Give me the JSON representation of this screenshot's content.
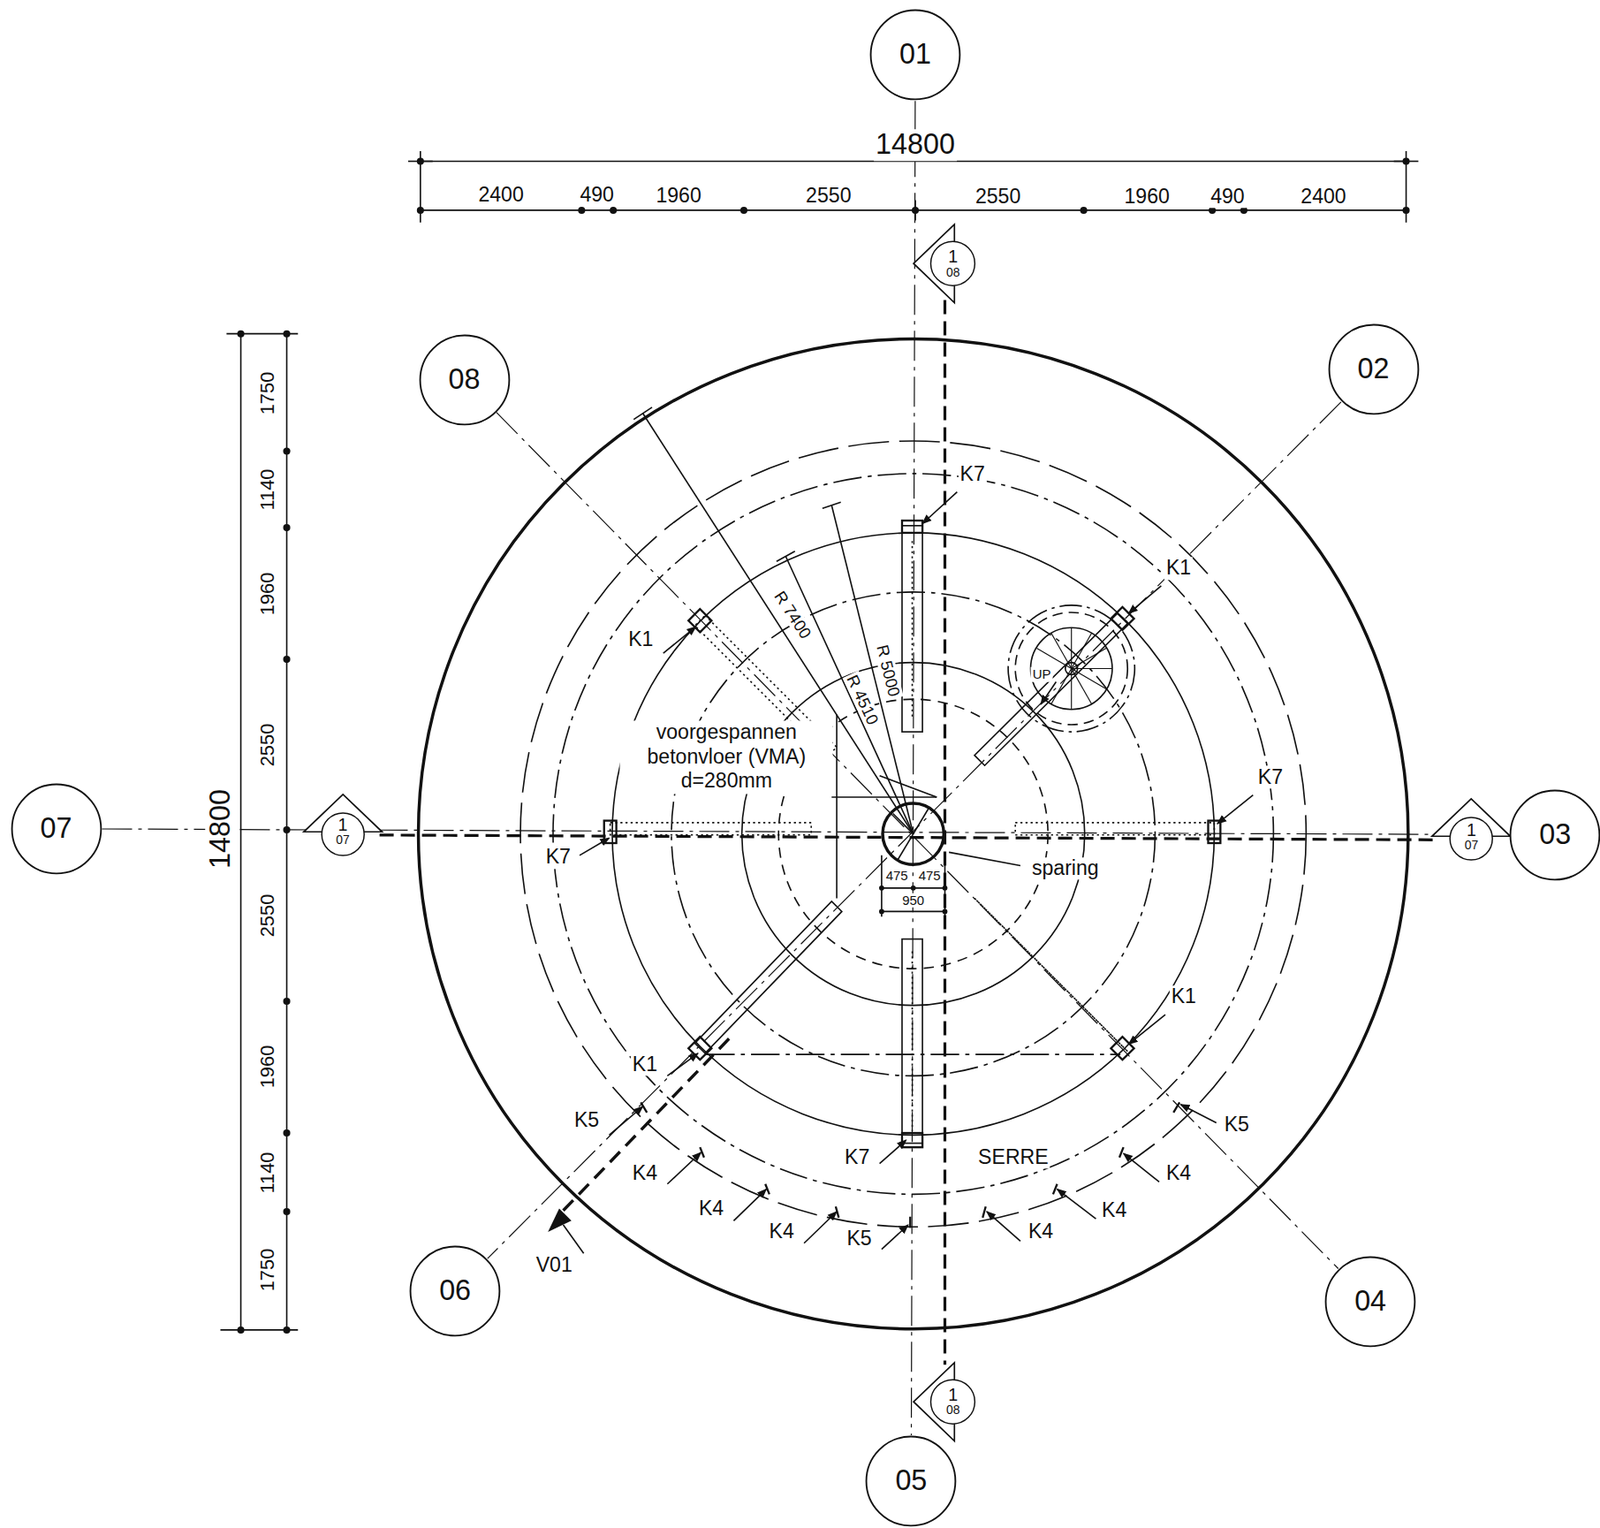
{
  "diagram": {
    "nodes": [
      {
        "text": [
          "01"
        ]
      },
      {
        "text": [
          "1",
          "08"
        ]
      },
      {
        "text": [
          "08"
        ]
      },
      {
        "text": [
          "02"
        ]
      },
      {
        "text": [
          "07"
        ]
      },
      {
        "text": [
          "1",
          "07"
        ]
      },
      {
        "text": [
          "1",
          "07"
        ]
      },
      {
        "text": [
          "03"
        ]
      },
      {
        "text": [
          "06"
        ]
      },
      {
        "text": [
          "04"
        ]
      },
      {
        "text": [
          "1",
          "08"
        ]
      },
      {
        "text": [
          "05"
        ]
      }
    ],
    "edges": [
      {
        "from": 0,
        "to": 11,
        "arrow": "none"
      },
      {
        "from": 4,
        "to": 7,
        "arrow": "none"
      },
      {
        "from": 2,
        "to": 9,
        "arrow": "none"
      },
      {
        "from": 3,
        "to": 8,
        "arrow": "none"
      },
      {
        "from": 1,
        "to": 10,
        "arrow": "none"
      },
      {
        "from": 5,
        "to": 6,
        "arrow": "none"
      }
    ],
    "labels": [
      "14800",
      "2400",
      "490",
      "1960",
      "2550",
      "2550",
      "1960",
      "490",
      "2400",
      "14800",
      "1750",
      "1140",
      "1960",
      "2550",
      "2550",
      "1960",
      "1140",
      "1750",
      "K7",
      "R 7400",
      "R 5000",
      "K1",
      "K1",
      "R 4510",
      "voorgespannen betonvloer (VMA) d=280mm",
      "K7",
      "K7",
      "sparing",
      "475",
      "475",
      "950",
      "UP",
      "K1",
      "K1",
      "K5",
      "K5",
      "SERRE",
      "K7",
      "K4",
      "K4",
      "K4",
      "K4",
      "K4",
      "K4",
      "K5",
      "V01"
    ]
  }
}
